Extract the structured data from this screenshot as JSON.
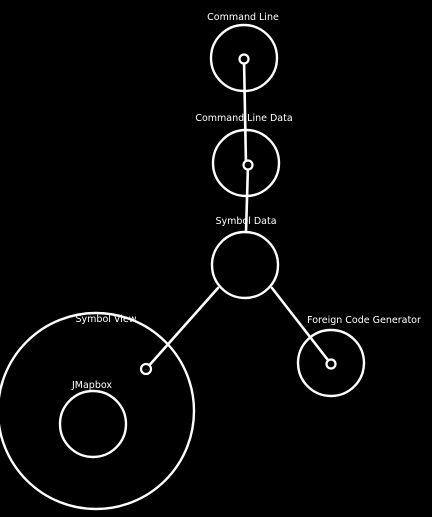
{
  "background_color": "#000000",
  "stroke_color": "#ffffff",
  "nodes": {
    "command_line": {
      "label": "Command Line"
    },
    "command_line_data": {
      "label": "Command Line Data"
    },
    "symbol_data": {
      "label": "Symbol Data"
    },
    "symbol_view": {
      "label": "Symbol View"
    },
    "jmapbox": {
      "label": "JMapbox"
    },
    "foreign_code_generator": {
      "label": "Foreign Code Generator"
    }
  },
  "edges": [
    {
      "from": "command_line",
      "to": "command_line_data"
    },
    {
      "from": "command_line_data",
      "to": "symbol_data"
    },
    {
      "from": "symbol_data",
      "to": "symbol_view"
    },
    {
      "from": "symbol_data",
      "to": "foreign_code_generator"
    }
  ]
}
